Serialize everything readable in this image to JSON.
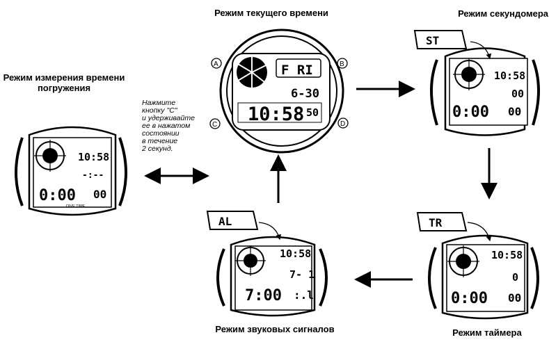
{
  "labels": {
    "timekeeping": "Режим текущего времени",
    "stopwatch": "Режим секундомера",
    "dive_line1": "Режим измерения времени",
    "dive_line2": "погружения",
    "alarm": "Режим звуковых сигналов",
    "timer": "Режим таймера"
  },
  "instruction_lines": [
    "Нажмите",
    "кнопку \"С\"",
    "и удерживайте",
    "ее в нажатом",
    "состоянии",
    "в течение",
    "2 секунд."
  ],
  "buttons": {
    "a": "A",
    "b": "B",
    "c": "C",
    "d": "D"
  },
  "watches": {
    "main": {
      "day": "F RI",
      "date": "6-30",
      "time": "10:58",
      "seconds": "50"
    },
    "stopwatch": {
      "indicator": "ST",
      "top": "10:58",
      "mid": "00",
      "main": "0:00",
      "sec": "00"
    },
    "dive": {
      "top": "10:58",
      "mid": "-:--",
      "main": "0:00",
      "sec": "00",
      "caption": "DIVE TIME"
    },
    "alarm": {
      "indicator": "AL",
      "top": "10:58",
      "mid": "7- 1",
      "main": "7:00",
      "sec": ":.l"
    },
    "timer": {
      "indicator": "TR",
      "top": "10:58",
      "mid": "0",
      "main": "0:00",
      "sec": "00"
    }
  }
}
